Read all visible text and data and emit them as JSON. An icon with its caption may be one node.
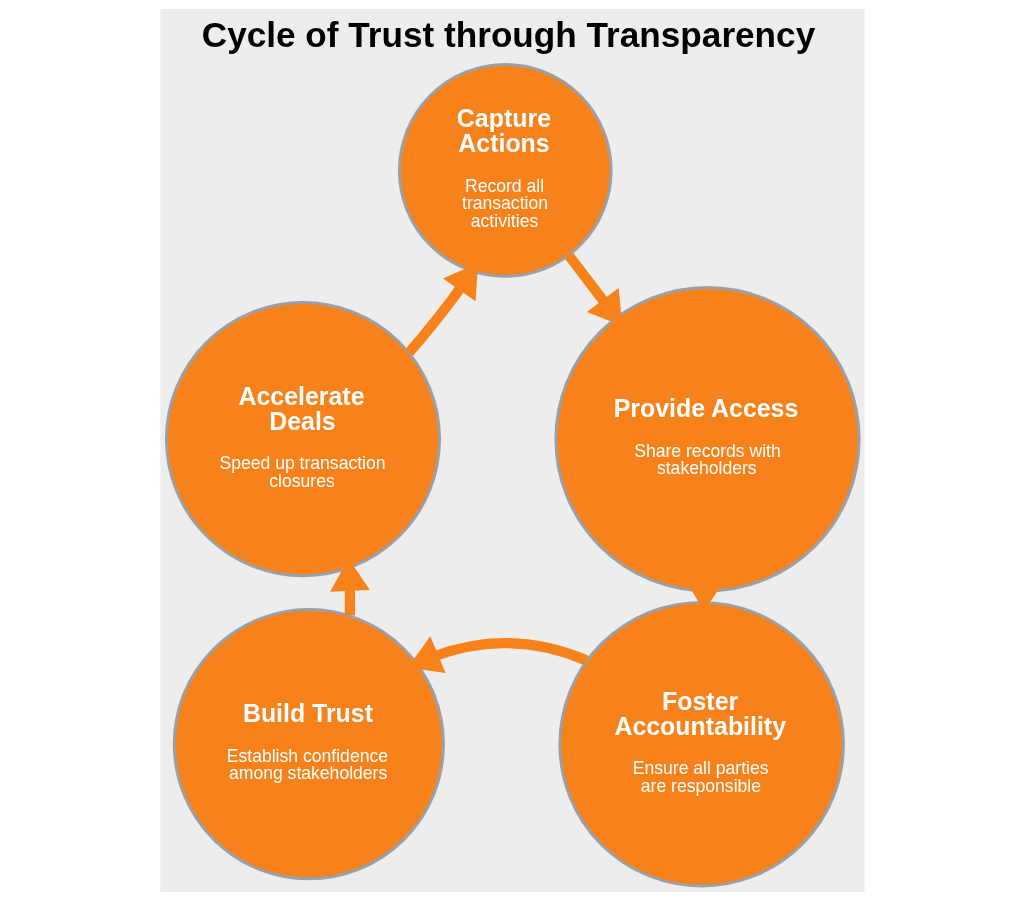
{
  "diagram": {
    "title": "Cycle of Trust through Transparency",
    "nodes": [
      {
        "text": [
          "Capture Actions",
          "Record all transaction activities"
        ]
      },
      {
        "text": [
          "Provide Access",
          "Share records with stakeholders"
        ]
      },
      {
        "text": [
          "Foster Accountability",
          "Ensure all parties are responsible"
        ]
      },
      {
        "text": [
          "Build Trust",
          "Establish confidence among stakeholders"
        ]
      },
      {
        "text": [
          "Accelerate Deals",
          "Speed up transaction closures"
        ]
      }
    ],
    "edges": [
      {
        "from": 0,
        "to": 1,
        "arrow": "to"
      },
      {
        "from": 1,
        "to": 2,
        "arrow": "to"
      },
      {
        "from": 2,
        "to": 3,
        "arrow": "to"
      },
      {
        "from": 3,
        "to": 4,
        "arrow": "to"
      },
      {
        "from": 4,
        "to": 0,
        "arrow": "to"
      }
    ]
  }
}
